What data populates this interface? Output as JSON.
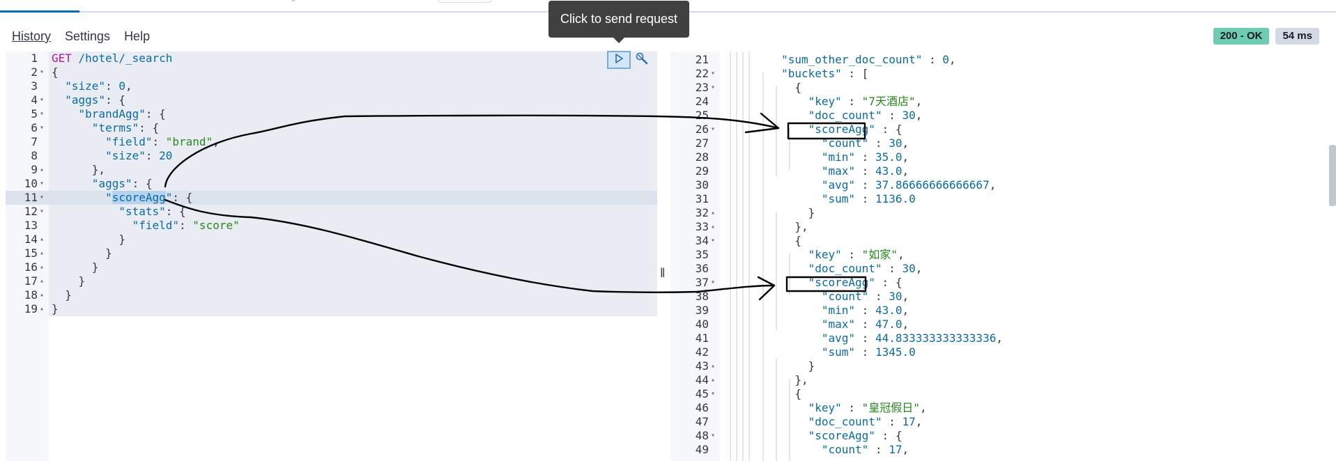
{
  "menu": {
    "history": "History",
    "settings": "Settings",
    "help": "Help"
  },
  "status": {
    "code": "200 - OK",
    "time": "54 ms"
  },
  "tooltip": {
    "text": "Click to send request"
  },
  "request_lines": [
    {
      "n": "1",
      "fold": "",
      "t": "GET /hotel/_search"
    },
    {
      "n": "2",
      "fold": "▾",
      "t": "{"
    },
    {
      "n": "3",
      "fold": "",
      "t": "  \"size\": 0,"
    },
    {
      "n": "4",
      "fold": "▾",
      "t": "  \"aggs\": {"
    },
    {
      "n": "5",
      "fold": "▾",
      "t": "    \"brandAgg\": {"
    },
    {
      "n": "6",
      "fold": "▾",
      "t": "      \"terms\": {"
    },
    {
      "n": "7",
      "fold": "",
      "t": "        \"field\": \"brand\","
    },
    {
      "n": "8",
      "fold": "",
      "t": "        \"size\": 20"
    },
    {
      "n": "9",
      "fold": "▴",
      "t": "      },"
    },
    {
      "n": "10",
      "fold": "▾",
      "t": "      \"aggs\": {"
    },
    {
      "n": "11",
      "fold": "▾",
      "t": "        \"scoreAgg\": {"
    },
    {
      "n": "12",
      "fold": "▾",
      "t": "          \"stats\": {"
    },
    {
      "n": "13",
      "fold": "",
      "t": "            \"field\": \"score\""
    },
    {
      "n": "14",
      "fold": "▴",
      "t": "          }"
    },
    {
      "n": "15",
      "fold": "▴",
      "t": "        }"
    },
    {
      "n": "16",
      "fold": "▴",
      "t": "      }"
    },
    {
      "n": "17",
      "fold": "▴",
      "t": "    }"
    },
    {
      "n": "18",
      "fold": "▴",
      "t": "  }"
    },
    {
      "n": "19",
      "fold": "▴",
      "t": "}"
    }
  ],
  "response_lines": [
    {
      "n": "21",
      "fold": "",
      "t": "        \"sum_other_doc_count\" : 0,"
    },
    {
      "n": "22",
      "fold": "▾",
      "t": "        \"buckets\" : ["
    },
    {
      "n": "23",
      "fold": "▾",
      "t": "          {"
    },
    {
      "n": "24",
      "fold": "",
      "t": "            \"key\" : \"7天酒店\","
    },
    {
      "n": "25",
      "fold": "",
      "t": "            \"doc_count\" : 30,"
    },
    {
      "n": "26",
      "fold": "▾",
      "t": "            \"scoreAgg\" : {"
    },
    {
      "n": "27",
      "fold": "",
      "t": "              \"count\" : 30,"
    },
    {
      "n": "28",
      "fold": "",
      "t": "              \"min\" : 35.0,"
    },
    {
      "n": "29",
      "fold": "",
      "t": "              \"max\" : 43.0,"
    },
    {
      "n": "30",
      "fold": "",
      "t": "              \"avg\" : 37.86666666666667,"
    },
    {
      "n": "31",
      "fold": "",
      "t": "              \"sum\" : 1136.0"
    },
    {
      "n": "32",
      "fold": "▴",
      "t": "            }"
    },
    {
      "n": "33",
      "fold": "▴",
      "t": "          },"
    },
    {
      "n": "34",
      "fold": "▾",
      "t": "          {"
    },
    {
      "n": "35",
      "fold": "",
      "t": "            \"key\" : \"如家\","
    },
    {
      "n": "36",
      "fold": "",
      "t": "            \"doc_count\" : 30,"
    },
    {
      "n": "37",
      "fold": "▾",
      "t": "            \"scoreAgg\" : {"
    },
    {
      "n": "38",
      "fold": "",
      "t": "              \"count\" : 30,"
    },
    {
      "n": "39",
      "fold": "",
      "t": "              \"min\" : 43.0,"
    },
    {
      "n": "40",
      "fold": "",
      "t": "              \"max\" : 47.0,"
    },
    {
      "n": "41",
      "fold": "",
      "t": "              \"avg\" : 44.833333333333336,"
    },
    {
      "n": "42",
      "fold": "",
      "t": "              \"sum\" : 1345.0"
    },
    {
      "n": "43",
      "fold": "▴",
      "t": "            }"
    },
    {
      "n": "44",
      "fold": "▴",
      "t": "          },"
    },
    {
      "n": "45",
      "fold": "▾",
      "t": "          {"
    },
    {
      "n": "46",
      "fold": "",
      "t": "            \"key\" : \"皇冠假日\","
    },
    {
      "n": "47",
      "fold": "",
      "t": "            \"doc_count\" : 17,"
    },
    {
      "n": "48",
      "fold": "▾",
      "t": "            \"scoreAgg\" : {"
    },
    {
      "n": "49",
      "fold": "",
      "t": "              \"count\" : 17,"
    }
  ],
  "colors": {
    "accent": "#006bb8",
    "ok": "#6dccb1",
    "keyword": "#b5189a",
    "string": "#28871f",
    "key": "#0b6b9e"
  },
  "icons": {
    "play": "play-icon",
    "wrench": "wrench-icon",
    "grip": "resize-grip-icon"
  }
}
